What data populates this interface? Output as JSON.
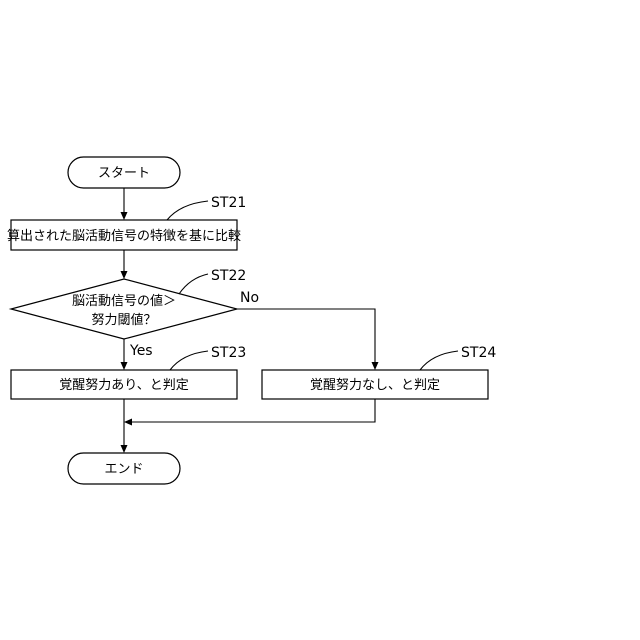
{
  "nodes": {
    "start": {
      "text": "スタート"
    },
    "st21": {
      "text": "算出された脳活動信号の特徴を基に比較",
      "step": "ST21"
    },
    "st22": {
      "line1": "脳活動信号の値＞",
      "line2": "努力閾値？",
      "step": "ST22"
    },
    "st23": {
      "text": "覚醒努力あり、と判定",
      "step": "ST23"
    },
    "st24": {
      "text": "覚醒努力なし、と判定",
      "step": "ST24"
    },
    "end": {
      "text": "エンド"
    }
  },
  "edges": {
    "yes": "Yes",
    "no": "No"
  }
}
